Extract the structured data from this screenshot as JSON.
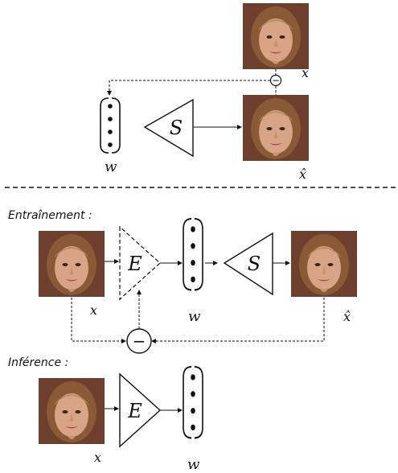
{
  "top": {
    "target_label": "x",
    "latent_label": "w",
    "synth_label": "S",
    "recon_label": "x̂",
    "diff_symbol": "−"
  },
  "training": {
    "title": "Entraînement :",
    "input_label": "x",
    "encoder_label": "E",
    "latent_label": "w",
    "synth_label": "S",
    "recon_label": "x̂",
    "diff_symbol": "−"
  },
  "inference": {
    "title": "Inférence :",
    "input_label": "x",
    "encoder_label": "E",
    "latent_label": "w"
  },
  "colors": {
    "skin": "#d7a485",
    "hair": "#8a5a36",
    "hair_light": "#b98a5c",
    "background_face": "#6e3f2d",
    "line": "#111111"
  }
}
